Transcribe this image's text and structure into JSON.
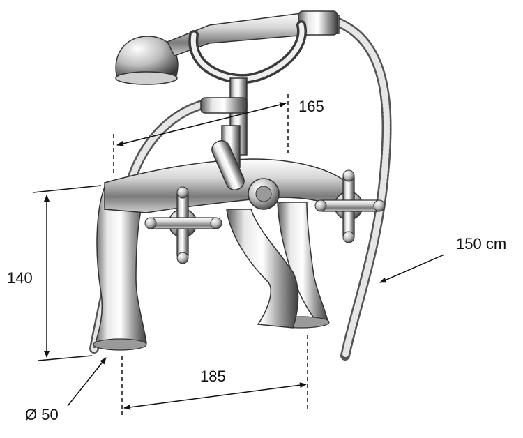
{
  "figure": {
    "background": "#ffffff",
    "product": "bath-shower mixer with hand shower and flexible hose",
    "colors": {
      "chrome_light": "#f4f4f4",
      "chrome_mid": "#b9b9b9",
      "chrome_dark": "#4a4a4a",
      "dimension_line": "#111111"
    },
    "dimensions": {
      "top_width": "165",
      "height": "140",
      "hose_length": "150 cm",
      "spacing": "185",
      "diameter": "Ø 50"
    }
  }
}
